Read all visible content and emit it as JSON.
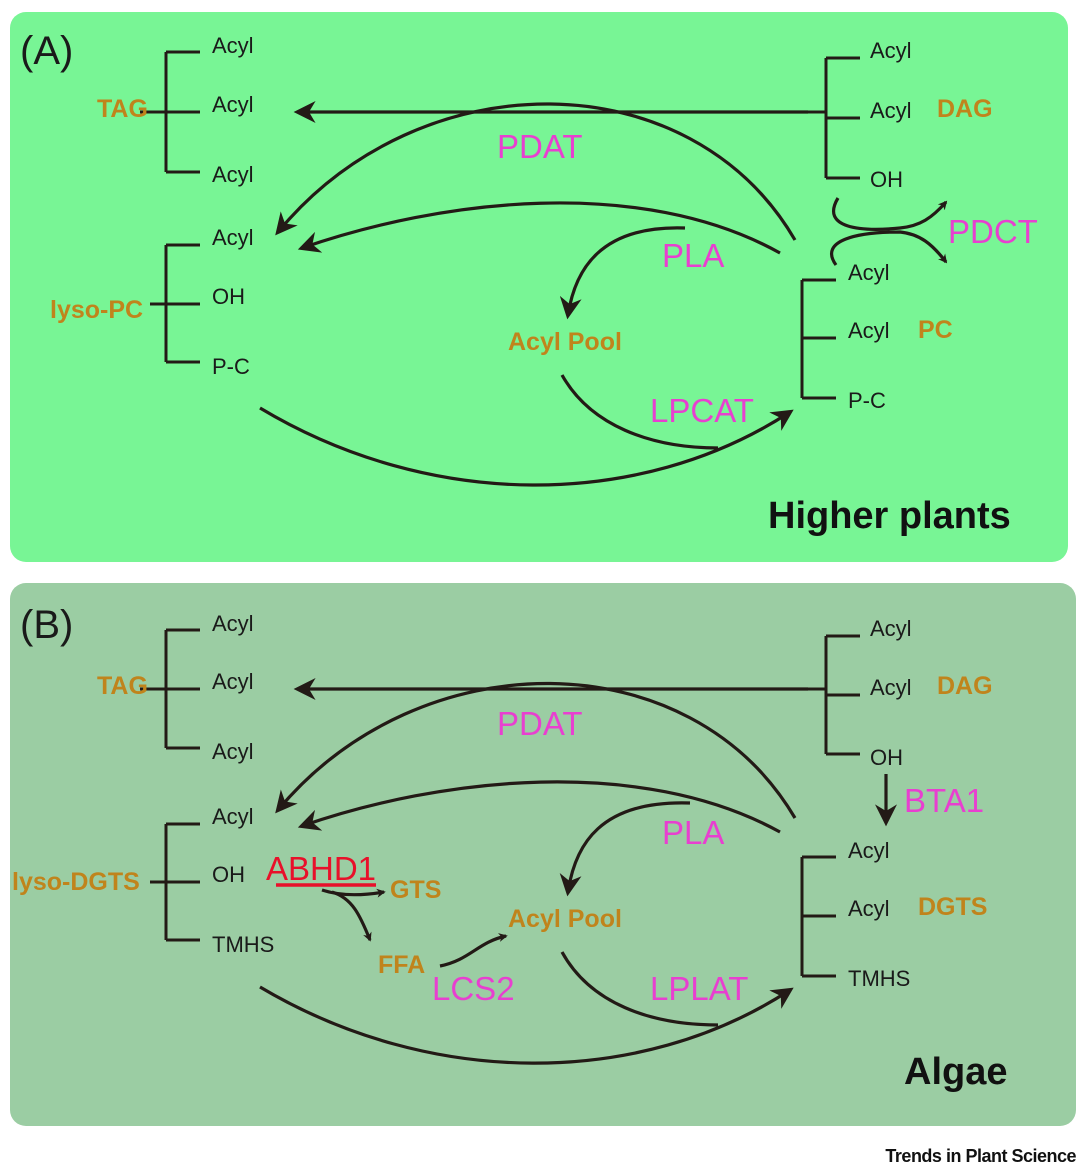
{
  "colors": {
    "panelA_bg": "#78f595",
    "panelB_bg": "#9bcda3",
    "arrow": "#231a16",
    "metabolite": "#c0841c",
    "enzyme": "#e83fd0",
    "highlight": "#e8102a"
  },
  "panelA": {
    "letter": "(A)",
    "title": "Higher plants",
    "tag": {
      "name": "TAG",
      "chains": [
        "Acyl",
        "Acyl",
        "Acyl"
      ]
    },
    "dag": {
      "name": "DAG",
      "chains": [
        "Acyl",
        "Acyl",
        "OH"
      ]
    },
    "lyso": {
      "name": "lyso-PC",
      "chains": [
        "Acyl",
        "OH",
        "P-C"
      ]
    },
    "pc": {
      "name": "PC",
      "chains": [
        "Acyl",
        "Acyl",
        "P-C"
      ]
    },
    "pool": "Acyl Pool",
    "enzymes": {
      "pdat": "PDAT",
      "pla": "PLA",
      "pdct": "PDCT",
      "lpcat": "LPCAT"
    }
  },
  "panelB": {
    "letter": "(B)",
    "title": "Algae",
    "tag": {
      "name": "TAG",
      "chains": [
        "Acyl",
        "Acyl",
        "Acyl"
      ]
    },
    "dag": {
      "name": "DAG",
      "chains": [
        "Acyl",
        "Acyl",
        "OH"
      ]
    },
    "lyso": {
      "name": "lyso-DGTS",
      "chains": [
        "Acyl",
        "OH",
        "TMHS"
      ]
    },
    "dgts": {
      "name": "DGTS",
      "chains": [
        "Acyl",
        "Acyl",
        "TMHS"
      ]
    },
    "pool": "Acyl Pool",
    "gts": "GTS",
    "ffa": "FFA",
    "enzymes": {
      "pdat": "PDAT",
      "pla": "PLA",
      "bta1": "BTA1",
      "abhd1": "ABHD1",
      "lcs2": "LCS2",
      "lplat": "LPLAT"
    }
  },
  "credit": "Trends in Plant Science"
}
